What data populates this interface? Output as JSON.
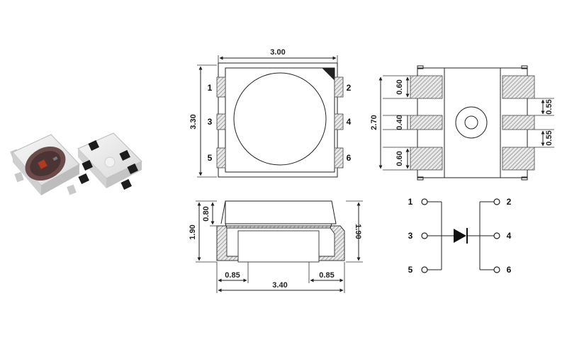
{
  "top_view": {
    "width_label": "3.00",
    "height_label": "3.30",
    "pins_left": [
      "1",
      "3",
      "5"
    ],
    "pins_right": [
      "2",
      "4",
      "6"
    ]
  },
  "bottom_view": {
    "height_label": "2.70",
    "pad_labels_left": [
      "0.60",
      "0.40",
      "0.60"
    ],
    "gap_labels_right": [
      "0.55",
      "0.55"
    ]
  },
  "side_view": {
    "top_label": "0.80",
    "height_left_label": "1.90",
    "height_right_label": "1.90",
    "pad_left_label": "0.85",
    "pad_right_label": "0.85",
    "width_label": "3.40"
  },
  "schematic": {
    "pins_left": [
      "1",
      "3",
      "5"
    ],
    "pins_right": [
      "2",
      "4",
      "6"
    ]
  },
  "colors": {
    "line": "#222222",
    "hatch": "#999999",
    "led_body": "#e9e9e9",
    "led_lens": "#5a3a3a",
    "chip": "#b23a1e"
  },
  "icons": [
    "led-photo-front",
    "led-photo-back",
    "diode-symbol"
  ]
}
